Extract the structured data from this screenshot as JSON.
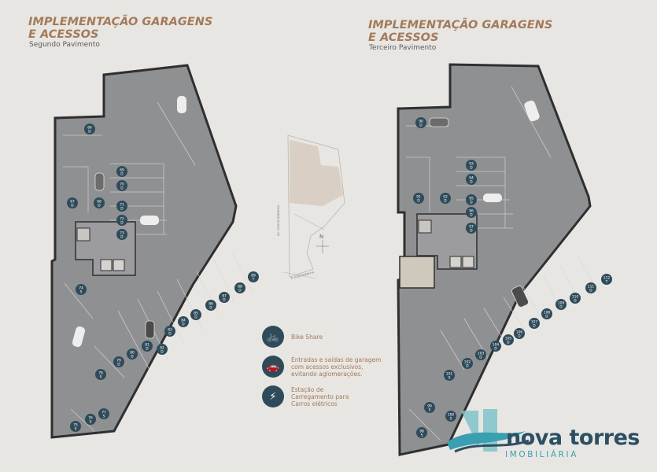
{
  "left_plan": {
    "title": "IMPLEMENTAÇÃO GARAGENS\nE ACESSOS",
    "subtitle": "Segundo Pavimento",
    "spots": [
      "66\nD",
      "69\nD",
      "70\nD",
      "67\nD",
      "68\nD",
      "71\nD",
      "72\nD",
      "73\nD",
      "74\nS",
      "75\nS",
      "76\nS",
      "77\nS",
      "78\nS",
      "79\nD",
      "80\nD",
      "81\nD",
      "82\nD",
      "83\nD",
      "84\nD",
      "85\nD",
      "86\nD",
      "87\nD",
      "88\nD",
      "89\nT"
    ]
  },
  "right_plan": {
    "title": "IMPLEMENTAÇÃO GARAGENS\nE ACESSOS",
    "subtitle": "Terceiro Pavimento",
    "spots": [
      "90\nD",
      "93\nD",
      "94\nD",
      "91\nD",
      "92\nD",
      "95\nD",
      "96\nD",
      "97\nD",
      "98\nS",
      "99\nS",
      "100\nS",
      "101\nS",
      "102\nD",
      "103\nD",
      "104\nD",
      "105\nD",
      "106\nD",
      "107\nD",
      "108\nD",
      "109\nD",
      "110\nD",
      "111\nD",
      "112\nT"
    ]
  },
  "site_map": {
    "street_1": "AV. CARLOS BARBOSA",
    "street_2": "R. JOSÉ BONILHA",
    "north": "N"
  },
  "legend": [
    {
      "icon": "bike-icon",
      "text": "Bike Share"
    },
    {
      "icon": "car-sharing-icon",
      "text": "Entradas e saídas de garagem\ncom acessos exclusivos,\nevitando aglomerações."
    },
    {
      "icon": "ev-charging-icon",
      "text": "Estação de\nCarregamento para\nCarros elétricos"
    }
  ],
  "logo": {
    "name": "nova torres",
    "sub": "IMOBILIÁRIA"
  },
  "colors": {
    "floor": "#8f9092",
    "wall": "#2f2f31",
    "badge": "#2f4b5a",
    "accent": "#a37a5a",
    "logo": "#2c4f63",
    "logo_accent": "#3a9fb0"
  }
}
